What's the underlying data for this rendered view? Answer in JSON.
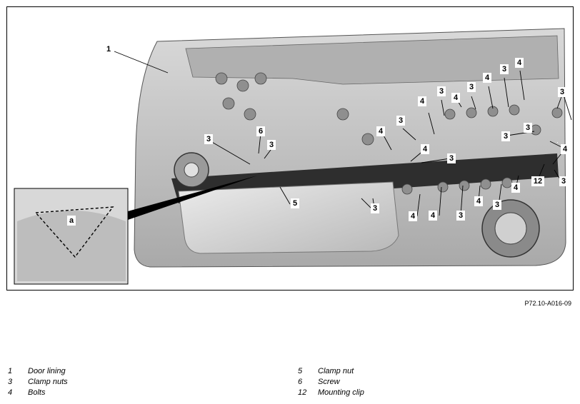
{
  "figure": {
    "reference_code": "P72.10-A016-09",
    "detail_label": "a",
    "callouts": [
      "1",
      "3",
      "3",
      "3",
      "3",
      "3",
      "3",
      "3",
      "3",
      "3",
      "3",
      "3",
      "3",
      "3",
      "3",
      "4",
      "4",
      "4",
      "4",
      "4",
      "4",
      "4",
      "4",
      "4",
      "4",
      "4",
      "4",
      "5",
      "6",
      "12"
    ]
  },
  "legend": {
    "left": [
      {
        "num": "1",
        "label": "Door lining"
      },
      {
        "num": "3",
        "label": "Clamp nuts"
      },
      {
        "num": "4",
        "label": "Bolts"
      }
    ],
    "right": [
      {
        "num": "5",
        "label": "Clamp nut"
      },
      {
        "num": "6",
        "label": "Screw"
      },
      {
        "num": "12",
        "label": "Mounting clip"
      }
    ]
  },
  "colors": {
    "panel_fill": "#c9c9c9",
    "panel_dark": "#3a3a3a",
    "lining_fill": "#dcdcdc",
    "outline": "#000000"
  }
}
